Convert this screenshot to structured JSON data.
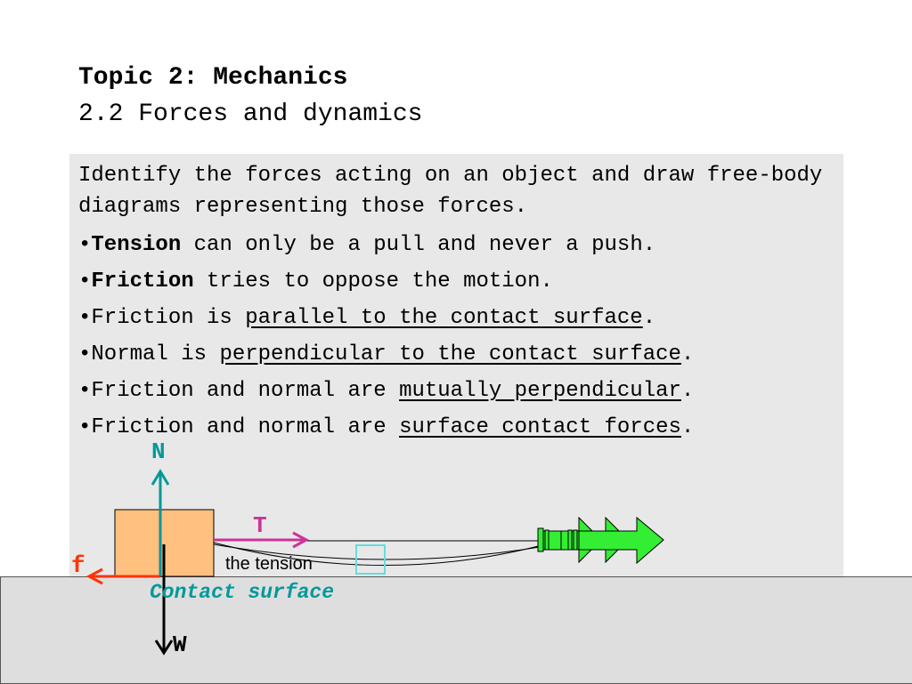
{
  "header": {
    "title": "Topic 2: Mechanics",
    "subtitle": "2.2 Forces and dynamics"
  },
  "content": {
    "intro": "Identify the forces acting on an object and draw free-body diagrams representing those forces.",
    "bullets": [
      {
        "bold": "Tension",
        "text": " can only be a pull and never a push.",
        "underline": "",
        "end": ""
      },
      {
        "bold": "Friction",
        "text": " tries to oppose the motion.",
        "underline": "",
        "end": ""
      },
      {
        "bold": "",
        "text": "Friction is ",
        "underline": "parallel to the contact surface",
        "end": "."
      },
      {
        "bold": "",
        "text": "Normal is ",
        "underline": "perpendicular to the contact surface",
        "end": "."
      },
      {
        "bold": "",
        "text": "Friction and normal are ",
        "underline": "mutually perpendicular",
        "end": "."
      },
      {
        "bold": "",
        "text": "Friction and normal are ",
        "underline": "surface contact forces",
        "end": "."
      }
    ]
  },
  "diagram": {
    "normal_label": "N",
    "tension_label": "T",
    "friction_label": "f",
    "weight_label": "W",
    "tension_caption": "the tension",
    "surface_label": "Contact surface",
    "colors": {
      "normal": "#009999",
      "tension": "#cc3399",
      "friction": "#ff3300",
      "weight": "#000000",
      "block": "#ffc080",
      "arrow_fill": "#33ee33",
      "marker": "#66dddd",
      "surface_label": "#009999"
    }
  }
}
